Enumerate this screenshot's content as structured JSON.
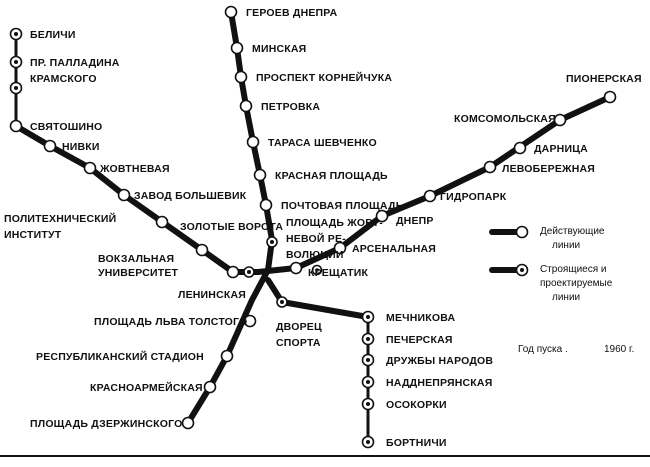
{
  "legend": {
    "operating_label_1": "Действующие",
    "operating_label_2": "линии",
    "building_label_1": "Строящиеся и",
    "building_label_2": "проектируемые",
    "building_label_3": "линии"
  },
  "year": {
    "label": "Год пуска .",
    "value": "1960 г."
  },
  "stations": {
    "belichi": "БЕЛИЧИ",
    "palladina": "ПР. ПАЛЛАДИНА",
    "kramskogo": "КРАМСКОГО",
    "svyatoshino": "СВЯТОШИНО",
    "nivki": "НИВКИ",
    "zhovtnevaya": "ЖОВТНЕВАЯ",
    "zavod": "ЗАВОД БОЛЬШЕВИК",
    "polytech_1": "ПОЛИТЕХНИЧЕСКИЙ",
    "polytech_2": "ИНСТИТУТ",
    "vokzal_1": "ВОКЗАЛЬНАЯ",
    "vokzal_2": "УНИВЕРСИТЕТ",
    "leninskaya": "ЛЕНИНСКАЯ",
    "zolotye": "ЗОЛОТЫЕ ВОРОТА",
    "geroev": "ГЕРОЕВ ДНЕПРА",
    "minskaya": "МИНСКАЯ",
    "korneychuka": "ПРОСПЕКТ КОРНЕЙЧУКА",
    "petrovka": "ПЕТРОВКА",
    "shevchenko": "ТАРАСА ШЕВЧЕНКО",
    "krasnaya": "КРАСНАЯ ПЛОЩАДЬ",
    "pochtovaya": "ПОЧТОВАЯ ПЛОЩАДЬ",
    "zhovt_1": "ПЛОЩАДЬ ЖОВТ-",
    "zhovt_2": "НЕВОЙ РЕ-",
    "zhovt_3": "ВОЛЮЦИИ",
    "pionerskaya": "ПИОНЕРСКАЯ",
    "komsomolskaya": "КОМСОМОЛЬСКАЯ",
    "darnica": "ДАРНИЦА",
    "levoberezhnaya": "ЛЕВОБЕРЕЖНАЯ",
    "gidropark": "ГИДРОПАРК",
    "dnepr": "ДНЕПР",
    "arsenalnaya": "АРСЕНАЛЬНАЯ",
    "kreschatik": "КРЕЩАТИК",
    "tolstogo": "ПЛОЩАДЬ ЛЬВА ТОЛСТОГО",
    "stadion": "РЕСПУБЛИКАНСКИЙ СТАДИОН",
    "krasnoarm": "КРАСНОАРМЕЙСКАЯ",
    "dzerzhinskogo": "ПЛОЩАДЬ ДЗЕРЖИНСКОГО",
    "dvorec_1": "ДВОРЕЦ",
    "dvorec_2": "СПОРТА",
    "mechnikova": "МЕЧНИКОВА",
    "pecherskaya": "ПЕЧЕРСКАЯ",
    "druzhby": "ДРУЖБЫ НАРОДОВ",
    "naddnepr": "НАДДНЕПРЯНСКАЯ",
    "osokorki": "ОСОКОРКИ",
    "bortnichi": "БОРТНИЧИ"
  }
}
